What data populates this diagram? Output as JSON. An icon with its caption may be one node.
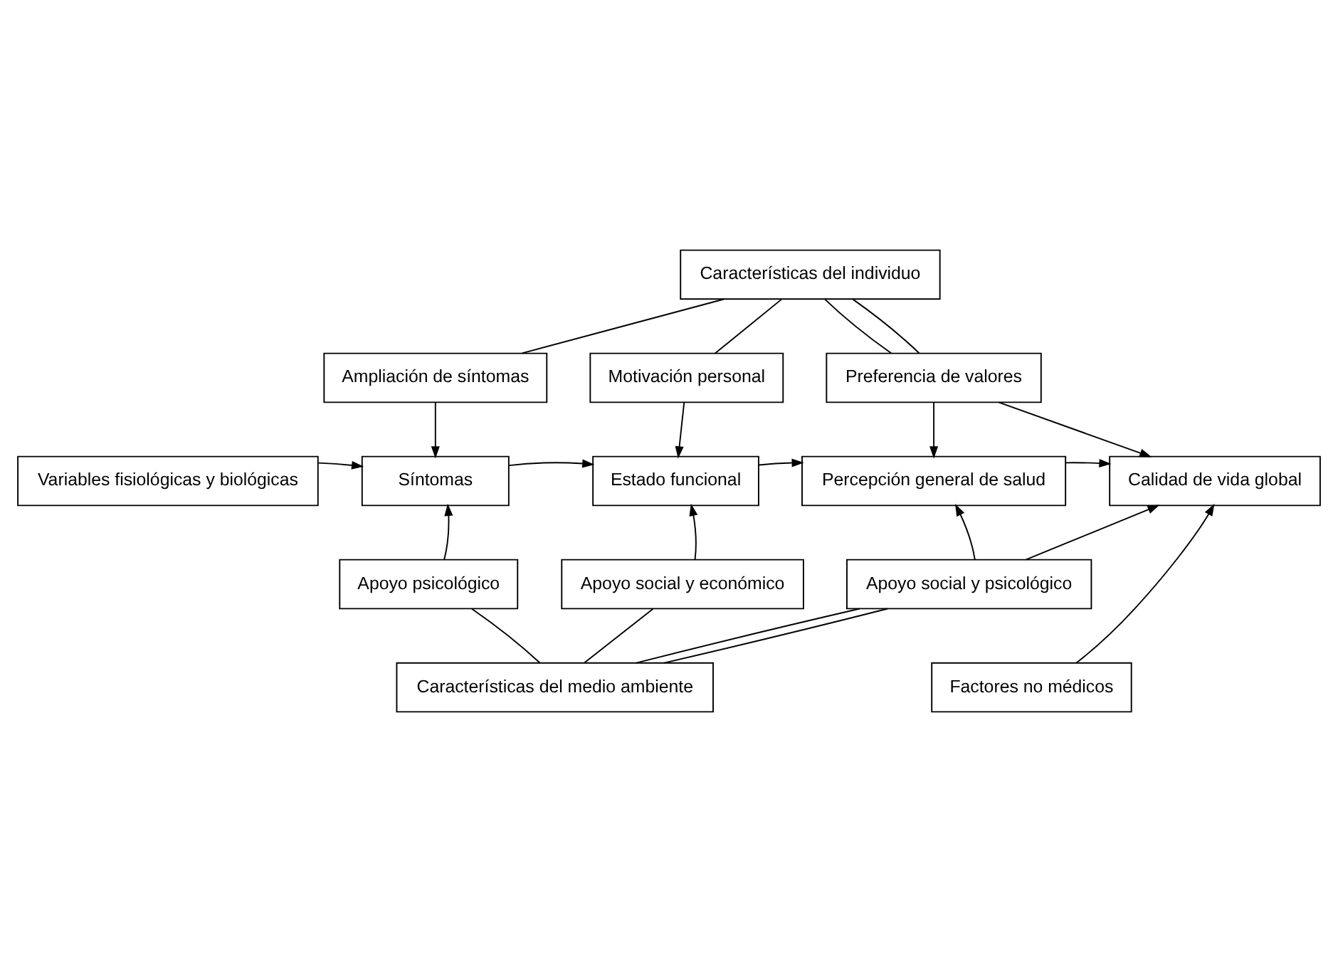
{
  "diagram": {
    "nodes": [
      {
        "text": [
          "Características del individuo"
        ]
      },
      {
        "text": [
          "Ampliación de síntomas"
        ]
      },
      {
        "text": [
          "Motivación personal"
        ]
      },
      {
        "text": [
          "Preferencia de valores"
        ]
      },
      {
        "text": [
          "Variables fisiológicas y biológicas"
        ]
      },
      {
        "text": [
          "Síntomas"
        ]
      },
      {
        "text": [
          "Estado funcional"
        ]
      },
      {
        "text": [
          "Percepción general de salud"
        ]
      },
      {
        "text": [
          "Calidad de vida global"
        ]
      },
      {
        "text": [
          "Apoyo psicológico"
        ]
      },
      {
        "text": [
          "Apoyo social y económico"
        ]
      },
      {
        "text": [
          "Apoyo social y psicológico"
        ]
      },
      {
        "text": [
          "Factores no médicos"
        ]
      },
      {
        "text": [
          "Características del medio ambiente"
        ]
      }
    ],
    "edges": [
      {
        "from": 0,
        "to": 1,
        "arrow": "none"
      },
      {
        "from": 0,
        "to": 2,
        "arrow": "none"
      },
      {
        "from": 0,
        "to": 3,
        "arrow": "none"
      },
      {
        "from": 0,
        "to": 3,
        "arrow": "none"
      },
      {
        "from": 1,
        "to": 5,
        "arrow": "to"
      },
      {
        "from": 2,
        "to": 6,
        "arrow": "to"
      },
      {
        "from": 3,
        "to": 7,
        "arrow": "to"
      },
      {
        "from": 3,
        "to": 8,
        "arrow": "to"
      },
      {
        "from": 4,
        "to": 5,
        "arrow": "to"
      },
      {
        "from": 5,
        "to": 6,
        "arrow": "to"
      },
      {
        "from": 6,
        "to": 7,
        "arrow": "to"
      },
      {
        "from": 7,
        "to": 8,
        "arrow": "to"
      },
      {
        "from": 9,
        "to": 5,
        "arrow": "to"
      },
      {
        "from": 10,
        "to": 6,
        "arrow": "to"
      },
      {
        "from": 11,
        "to": 7,
        "arrow": "to"
      },
      {
        "from": 11,
        "to": 8,
        "arrow": "to"
      },
      {
        "from": 12,
        "to": 8,
        "arrow": "to"
      },
      {
        "from": 13,
        "to": 9,
        "arrow": "none"
      },
      {
        "from": 13,
        "to": 10,
        "arrow": "none"
      },
      {
        "from": 13,
        "to": 11,
        "arrow": "none"
      },
      {
        "from": 13,
        "to": 11,
        "arrow": "none"
      }
    ]
  }
}
